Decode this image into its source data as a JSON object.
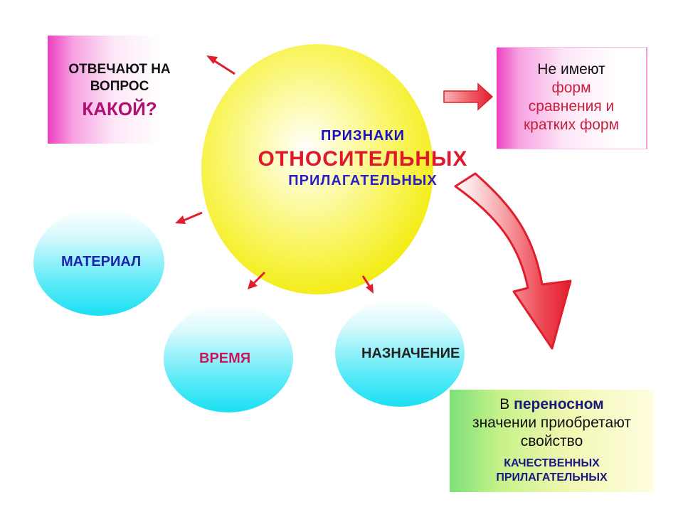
{
  "center": {
    "line1": "ПРИЗНАКИ",
    "line2": "ОТНОСИТЕЛЬНЫХ",
    "line3": "ПРИЛАГАТЕЛЬНЫХ"
  },
  "box_question": {
    "line1": "ОТВЕЧАЮТ НА",
    "line2": "ВОПРОС",
    "line3": "КАКОЙ?"
  },
  "box_forms": {
    "line1": "Не имеют",
    "line2": "форм",
    "line3": "сравнения и",
    "line4": "кратких форм"
  },
  "box_figurative": {
    "prefix": "В",
    "highlight": "переносном",
    "line2": "значении приобретают",
    "line3": "свойство",
    "line4": "КАЧЕСТВЕННЫХ",
    "line5": "ПРИЛАГАТЕЛЬНЫХ"
  },
  "ellipses": {
    "material": "МАТЕРИАЛ",
    "time": "ВРЕМЯ",
    "purpose": "НАЗНАЧЕНИЕ"
  },
  "colors": {
    "sun": "#f7f21a",
    "cyan": "#21e4f5",
    "arrow": "#e01e2c"
  }
}
